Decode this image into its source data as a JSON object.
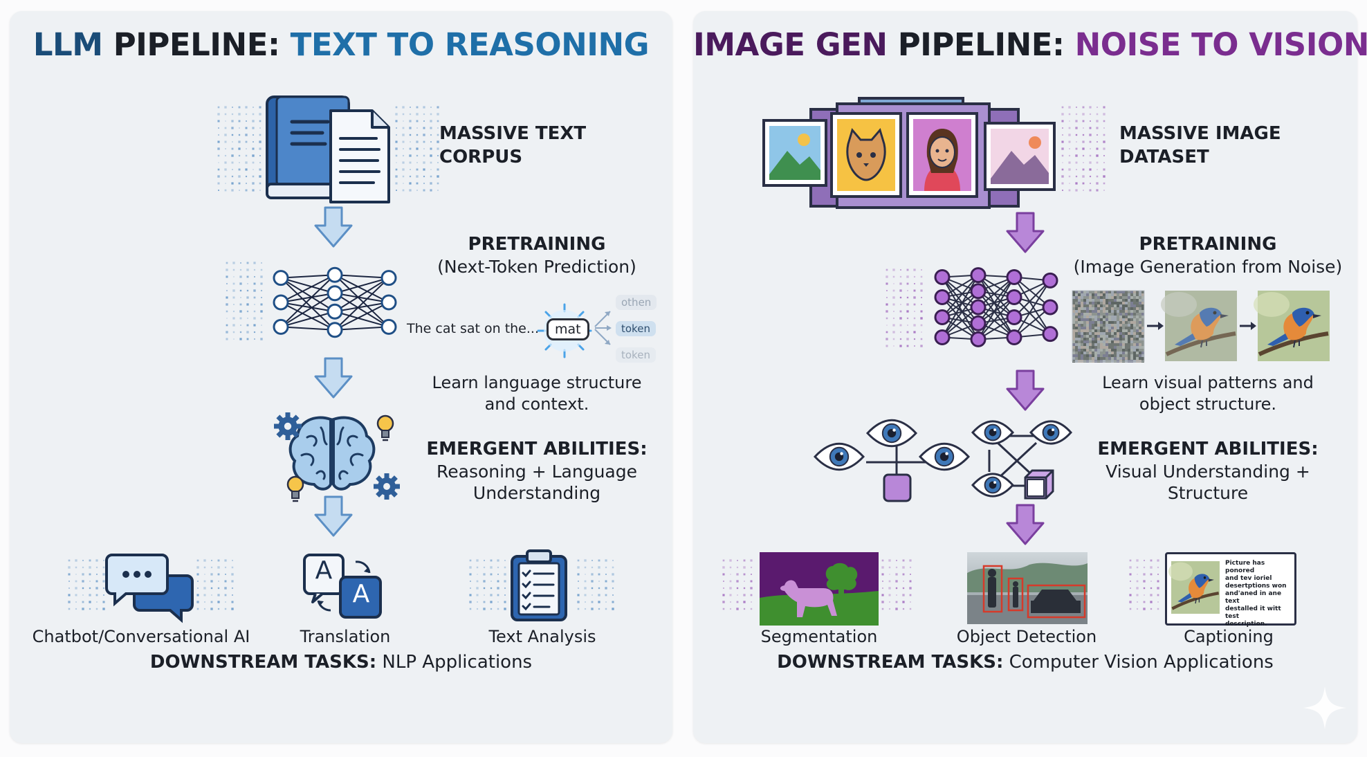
{
  "left": {
    "title_part1": "LLM",
    "title_part2": "PIPELINE:",
    "title_part3": "TEXT TO REASONING",
    "stage_corpus_line1": "MASSIVE TEXT",
    "stage_corpus_line2": "CORPUS",
    "pretraining_title": "PRETRAINING",
    "pretraining_sub": "(Next-Token Prediction)",
    "example_text": "The cat sat on the...",
    "example_prediction": "mat",
    "candidate_tokens": [
      "othen",
      "token",
      "token"
    ],
    "learn_line1": "Learn language structure",
    "learn_line2": "and context.",
    "emergent_title": "EMERGENT ABILITIES:",
    "emergent_line1": "Reasoning + Language",
    "emergent_line2": "Understanding",
    "tasks": [
      "Chatbot/Conversational AI",
      "Translation",
      "Text Analysis"
    ],
    "translation_glyph_a": "A",
    "translation_glyph_b": "A",
    "footer_bold": "DOWNSTREAM TASKS:",
    "footer_rest": "NLP Applications"
  },
  "right": {
    "title_part1": "IMAGE GEN",
    "title_part2": "PIPELINE:",
    "title_part3": "NOISE TO VISION",
    "stage_dataset_line1": "MASSIVE IMAGE",
    "stage_dataset_line2": "DATASET",
    "pretraining_title": "PRETRAINING",
    "pretraining_sub": "(Image Generation from Noise)",
    "learn_line1": "Learn visual patterns and",
    "learn_line2": "object structure.",
    "emergent_title": "EMERGENT ABILITIES:",
    "emergent_line1": "Visual Understanding +",
    "emergent_line2": "Structure",
    "tasks": [
      "Segmentation",
      "Object Detection",
      "Captioning"
    ],
    "caption_card_text": [
      "Picture has ponored",
      "and tev ioriel",
      "desertptions won",
      "and'aned in ane text",
      "destalled it witt test",
      "description."
    ],
    "footer_bold": "DOWNSTREAM TASKS:",
    "footer_rest": "Computer Vision Applications"
  },
  "colors": {
    "llm_blue": "#1f6fa8",
    "llm_title_dark": "#1a4c78",
    "image_purple": "#7a2d8f",
    "image_purple_light": "#b98ad6",
    "arrow_blue": "#c5dcf1",
    "arrow_purple": "#b887d8"
  },
  "icons": [
    "book-icon",
    "document-icon",
    "neural-network-icon",
    "brain-icon",
    "gear-icon",
    "lightbulb-icon",
    "chat-bubbles-icon",
    "translation-icon",
    "clipboard-icon",
    "image-stack-icon",
    "eye-icon",
    "cube-icon",
    "bird-photo",
    "noise-image",
    "segmentation-image",
    "detection-image",
    "caption-card",
    "sparkle-icon"
  ]
}
